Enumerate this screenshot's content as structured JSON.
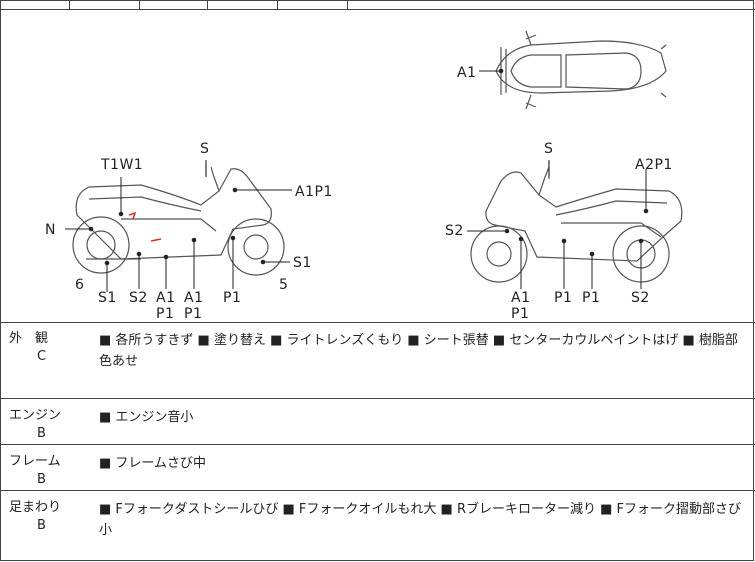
{
  "diagram": {
    "labels": {
      "top_a1": "A1",
      "left_t1w1": "T1W1",
      "left_s_top": "S",
      "left_a1p1": "A1P1",
      "left_n": "N",
      "left_6": "6",
      "left_5": "5",
      "left_s1_right": "S1",
      "left_s1_bottom": "S1",
      "left_s2": "S2",
      "left_a1_p1_a": "A1\nP1",
      "left_a1_p1_b": "A1\nP1",
      "left_p1": "P1",
      "right_s_top": "S",
      "right_a2p1": "A2P1",
      "right_s2_left": "S2",
      "right_a1_p1": "A1\nP1",
      "right_p1_a": "P1",
      "right_p1_b": "P1",
      "right_s2_bottom": "S2"
    }
  },
  "rows": [
    {
      "category": "外　観",
      "grade": "C",
      "text": "■ 各所うすきず ■ 塗り替え ■ ライトレンズくもり ■ シート張替 ■ センターカウルペイントはげ ■ 樹脂部色あせ"
    },
    {
      "category": "エンジン",
      "grade": "B",
      "text": "■ エンジン音小"
    },
    {
      "category": "フレーム",
      "grade": "B",
      "text": "■ フレームさび中"
    },
    {
      "category": "足まわり",
      "grade": "B",
      "text": "■ Fフォークダストシールひび ■ Fフォークオイルもれ大 ■ Rブレーキローター減り ■ Fフォーク摺動部さび小"
    }
  ],
  "colors": {
    "line": "#444444",
    "mark": "#d9302a",
    "sketch": "#555555"
  }
}
